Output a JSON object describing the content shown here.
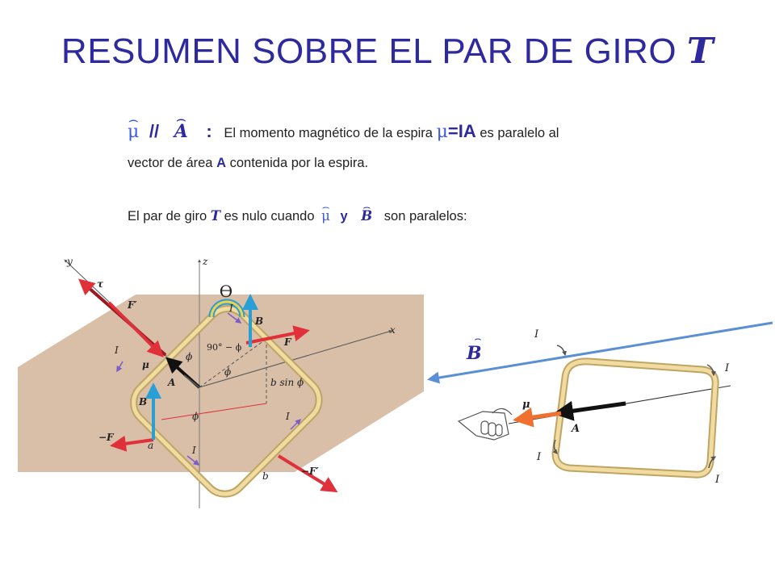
{
  "title": {
    "text": "RESUMEN SOBRE EL PAR DE GIRO",
    "symbol": "T"
  },
  "line1": {
    "mu": "μ",
    "parallel": "//",
    "A": "A",
    "colon": ":",
    "text_a": "El momento magnético  de la espira",
    "mu2": "μ",
    "eq": "=IA",
    "text_b": "es paralelo al"
  },
  "line2": {
    "text_a": "vector de área",
    "A": "A",
    "text_b": "contenida por la espira."
  },
  "line3": {
    "text_a": "El par de giro",
    "T": "T",
    "text_b": "es nulo cuando",
    "mu": "μ",
    "y": "y",
    "B": "B",
    "text_c": "son paralelos:"
  },
  "figure_left": {
    "theta": "ϴ",
    "axis_y": "y",
    "axis_z": "z",
    "axis_x": "x",
    "tau": "τ",
    "F_prime": "F′",
    "B_upper": "B",
    "F": "F",
    "angle_90": "90° − ϕ",
    "phi": "ϕ",
    "mu": "μ",
    "A": "A",
    "b_sin_phi": "b sin ϕ",
    "I": "I",
    "B_lower": "B",
    "neg_F": "−F",
    "a": "a",
    "b": "b",
    "neg_F_prime": "−F′"
  },
  "figure_right": {
    "B_label": "B",
    "I": "I",
    "mu": "μ",
    "A": "A"
  },
  "colors": {
    "title": "#2e2a9e",
    "mu": "#3b5bd9",
    "plane": "#d9bfa8",
    "loop": "#e8d08a",
    "force": "#e0303a",
    "field": "#2a9fd6",
    "B_line": "#5a8fd6"
  }
}
